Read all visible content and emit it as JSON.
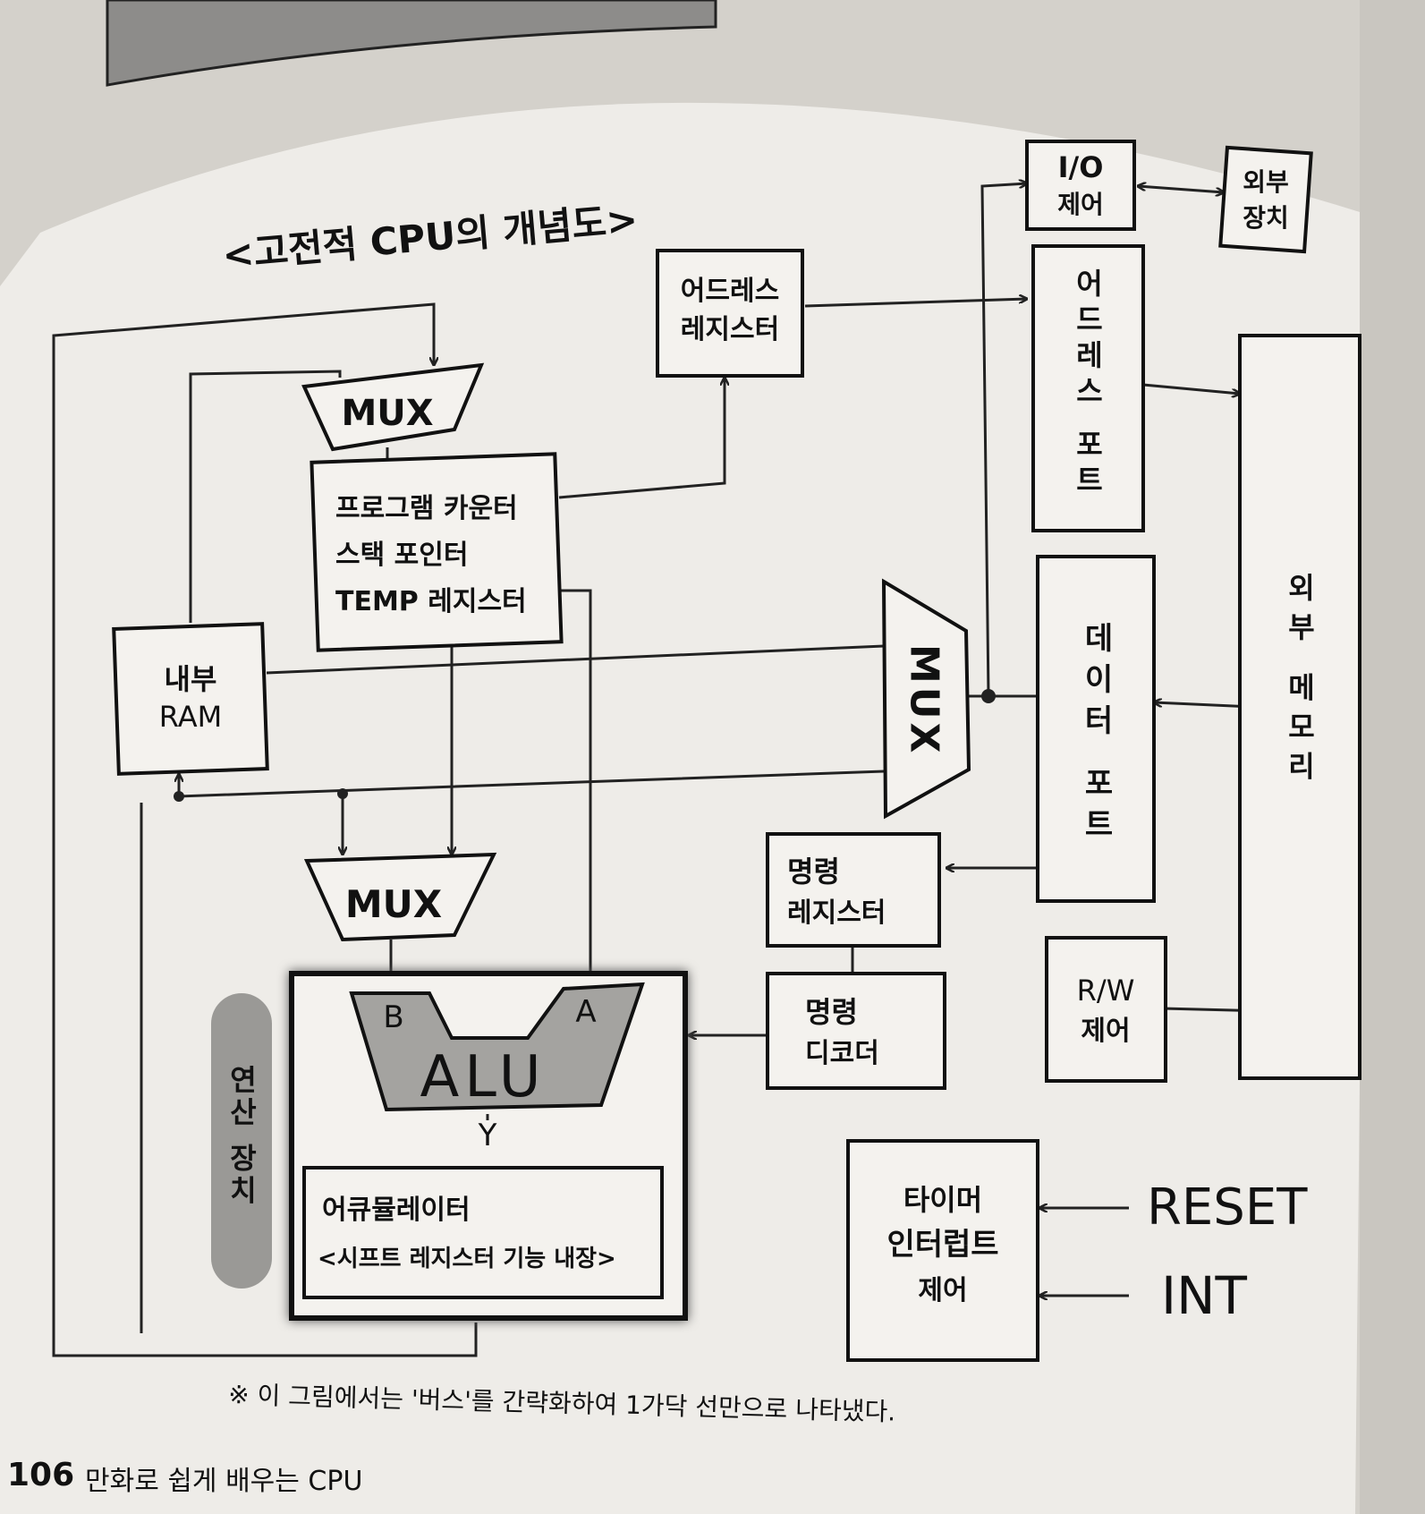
{
  "title": "<고전적 CPU의 개념도>",
  "blocks": {
    "io_control": [
      "I/O",
      "제어"
    ],
    "external_device": [
      "외부",
      "장치"
    ],
    "address_register": [
      "어드레스",
      "레지스터"
    ],
    "address_port": "어드레스 포트",
    "external_memory": "외부 메모리",
    "mux_top": "MUX",
    "pc_block": [
      "프로그램 카운터",
      "스택 포인터",
      "TEMP 레지스터"
    ],
    "internal_ram": [
      "내부",
      "RAM"
    ],
    "mux_right": "MUX",
    "data_port": "데이터 포트",
    "mux_bottom": "MUX",
    "instruction_register": [
      "명령",
      "레지스터"
    ],
    "instruction_decoder": [
      "명령",
      "디코더"
    ],
    "rw_control": [
      "R/W",
      "제어"
    ],
    "alu": "ALU",
    "alu_in_b": "B",
    "alu_in_a": "A",
    "alu_out_y": "Y",
    "arithmetic_unit_tag": "연산 장치",
    "accumulator": [
      "어큐뮬레이터",
      "<시프트 레지스터 기능 내장>"
    ],
    "timer_interrupt": [
      "타이머",
      "인터럽트",
      "제어"
    ],
    "reset_signal": "RESET",
    "int_signal": "INT"
  },
  "footnote": "※ 이 그림에서는 '버스'를 간략화하여 1가닥 선만으로 나타냈다.",
  "page_number": "106",
  "book_title": "만화로 쉽게 배우는 CPU"
}
